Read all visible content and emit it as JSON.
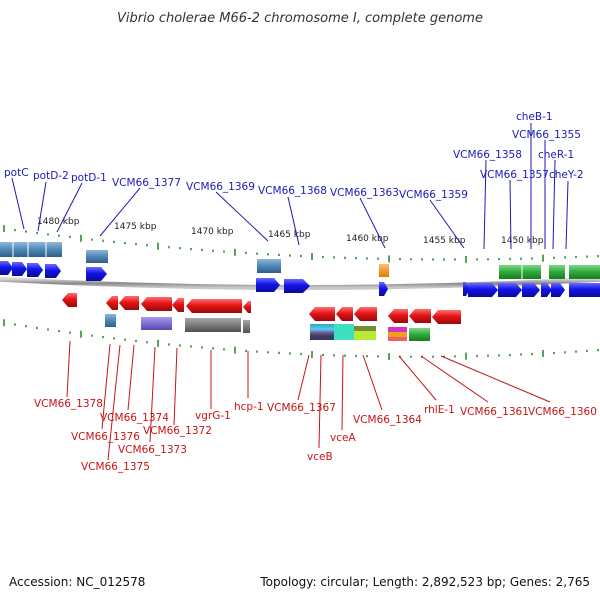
{
  "title": "Vibrio cholerae M66-2 chromosome I, complete genome",
  "footer": {
    "accession": "Accession: NC_012578",
    "summary": "Topology: circular; Length: 2,892,523 bp; Genes: 2,765"
  },
  "scale_labels": [
    "1480 kbp",
    "1475 kbp",
    "1470 kbp",
    "1465 kbp",
    "1460 kbp",
    "1455 kbp",
    "1450 kbp"
  ],
  "top_genes": [
    "potC",
    "potD-2",
    "potD-1",
    "VCM66_1377",
    "VCM66_1369",
    "VCM66_1368",
    "VCM66_1363",
    "VCM66_1359",
    "VCM66_1358",
    "VCM66_1357",
    "cheB-1",
    "VCM66_1355",
    "cheR-1",
    "cheY-2"
  ],
  "bottom_genes": [
    "VCM66_1378",
    "VCM66_1376",
    "VCM66_1374",
    "VCM66_1375",
    "VCM66_1373",
    "VCM66_1372",
    "vgrG-1",
    "hcp-1",
    "VCM66_1367",
    "vceB",
    "vceA",
    "VCM66_1364",
    "rhlE-1",
    "VCM66_1361",
    "VCM66_1360"
  ],
  "colors": {
    "forward_gene": "#1414e6",
    "reverse_gene": "#e61414",
    "forward_label": "#1a1ab8",
    "reverse_label": "#c81414",
    "cog_steel": "#4f86b4",
    "cog_green": "#2eaa3a",
    "cog_orange": "#f08a10",
    "cog_purple": "#7868d0",
    "cog_gray": "#707070",
    "backbone": "#8a8a8a",
    "tick": "#2e8a2e"
  }
}
